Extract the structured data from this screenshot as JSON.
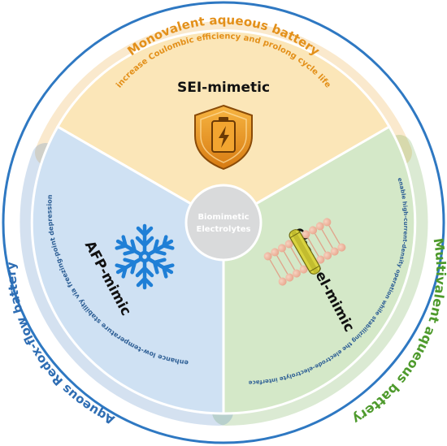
{
  "center": {
    "line1": "Biomimetic",
    "line2": "Electrolytes"
  },
  "segments": [
    {
      "name": "SEI-mimetic",
      "icon": "battery-shield-icon",
      "fill": "#fbe6b8"
    },
    {
      "name": "Channel-mimic",
      "icon": "lipid-bilayer-icon",
      "fill": "#d4e8c8"
    },
    {
      "name": "AFP-mimic",
      "icon": "snowflake-icon",
      "fill": "#cfe1f3"
    }
  ],
  "outer_ring": {
    "top_title": "Monovalent aqueous battery",
    "top_subtitle": "increase Coulombic efficiency and prolong cycle life",
    "right_title": "Multivalent aqueous battery",
    "right_subtitle": "enable high-current-density operation while stabilizing the electrode-electrolyte interface",
    "left_title": "Aqueous Redox-flow battery",
    "left_subtitle": "enhance low-temperature stability via freezing-point depression"
  },
  "colors": {
    "ring_border": "#2e78c2",
    "orange_accent": "#e89a1c",
    "green_accent": "#5a9e35",
    "blue_accent": "#3a78b9",
    "title_orange": "#e3901a",
    "title_green": "#4e9a2c",
    "title_blue": "#2e6db3",
    "subtitle_text": "#2e5f95",
    "center_fill": "#d9dadb"
  }
}
